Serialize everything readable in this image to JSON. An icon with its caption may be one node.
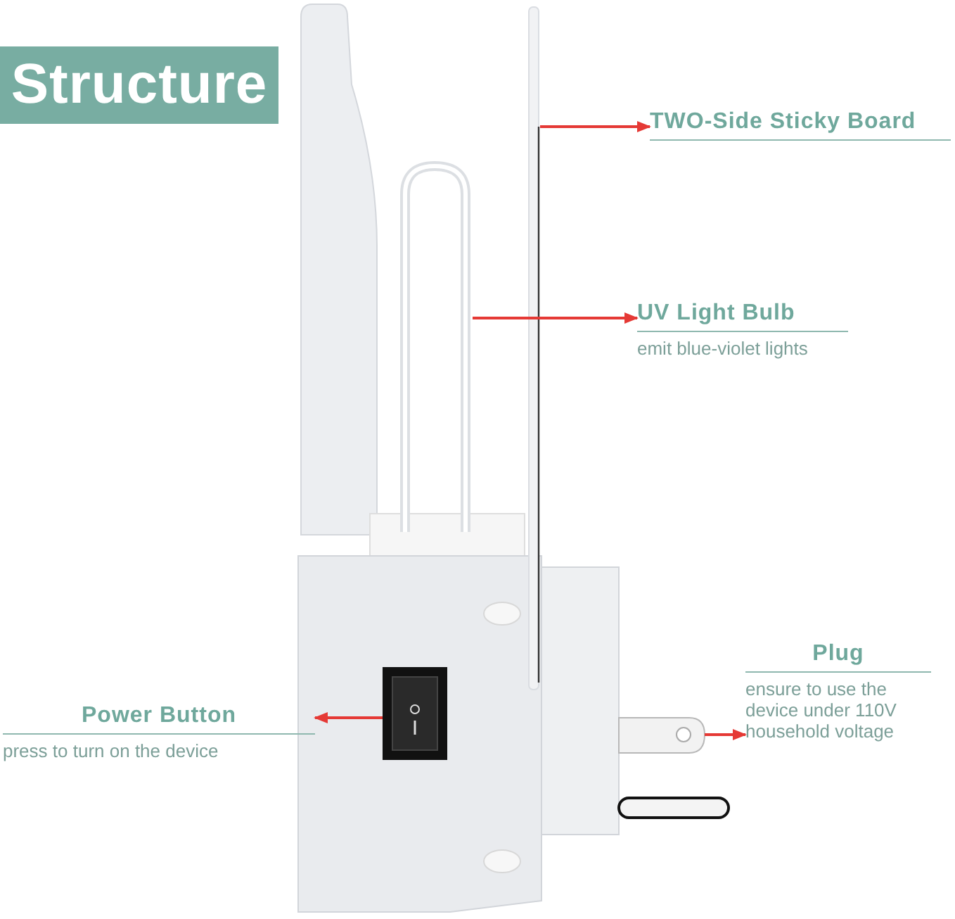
{
  "diagram": {
    "title": "Structure",
    "nodes": [
      {
        "text": [],
        "shape": "picture"
      },
      {
        "text": [
          "TWO-Side Sticky Board"
        ]
      },
      {
        "text": [],
        "shape": "picture"
      },
      {
        "text": [
          "UV Light Bulb",
          "emit blue-violet lights"
        ]
      },
      {
        "text": [],
        "shape": "picture"
      },
      {
        "text": [
          "Power Button",
          "press to turn on the device"
        ]
      },
      {
        "text": [],
        "shape": "picture"
      },
      {
        "text": [
          "Plug",
          "ensure to use the device under 110V household voltage"
        ]
      }
    ],
    "edges": [
      {
        "from": 0,
        "to": 1,
        "arrow": "to"
      },
      {
        "from": 2,
        "to": 3,
        "arrow": "to"
      },
      {
        "from": 4,
        "to": 5,
        "arrow": "to"
      },
      {
        "from": 6,
        "to": 7,
        "arrow": "to"
      }
    ]
  }
}
